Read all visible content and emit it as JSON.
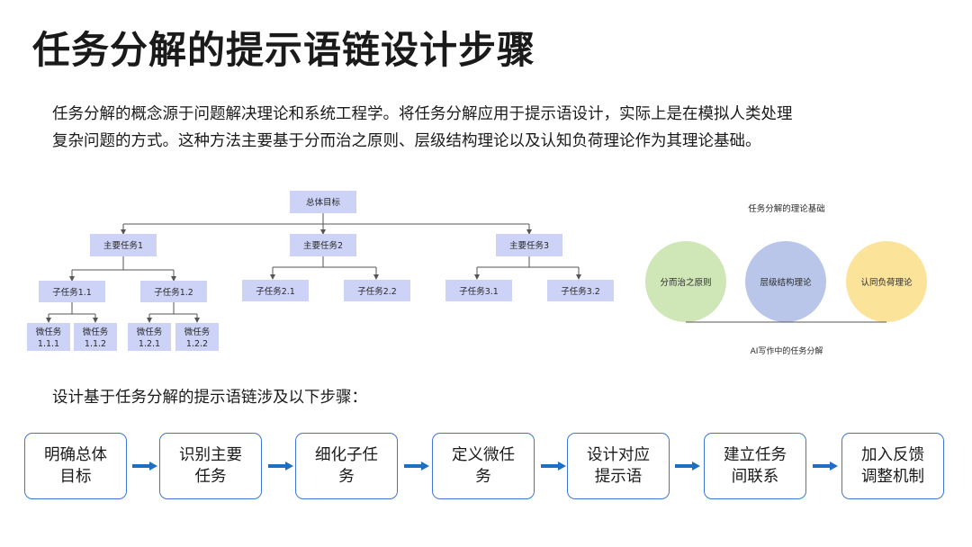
{
  "title": "任务分解的提示语链设计步骤",
  "intro": {
    "line1": "任务分解的概念源于问题解决理论和系统工程学。将任务分解应用于提示语设计，实际上是在模拟人类处理",
    "line2": "复杂问题的方式。这种方法主要基于分而治之原则、层级结构理论以及认知负荷理论作为其理论基础。"
  },
  "tree": {
    "root": "总体目标",
    "main": [
      "主要任务1",
      "主要任务2",
      "主要任务3"
    ],
    "sub": [
      "子任务1.1",
      "子任务1.2",
      "子任务2.1",
      "子任务2.2",
      "子任务3.1",
      "子任务3.2"
    ],
    "micro": [
      [
        "微任务",
        "1.1.1"
      ],
      [
        "微任务",
        "1.1.2"
      ],
      [
        "微任务",
        "1.2.1"
      ],
      [
        "微任务",
        "1.2.2"
      ]
    ]
  },
  "theory": {
    "title": "任务分解的理论基础",
    "circles": [
      {
        "label": "分而治之原则",
        "color": "#cfe7b7"
      },
      {
        "label": "层级结构理论",
        "color": "#b9c6ea"
      },
      {
        "label": "认同负荷理论",
        "color": "#fbe39a"
      }
    ],
    "caption": "AI写作中的任务分解"
  },
  "lead": "设计基于任务分解的提示语链涉及以下步骤：",
  "steps": [
    {
      "line1": "明确总体",
      "line2": "目标"
    },
    {
      "line1": "识别主要",
      "line2": "任务"
    },
    {
      "line1": "细化子任",
      "line2": "务"
    },
    {
      "line1": "定义微任",
      "line2": "务"
    },
    {
      "line1": "设计对应",
      "line2": "提示语"
    },
    {
      "line1": "建立任务",
      "line2": "间联系"
    },
    {
      "line1": "加入反馈",
      "line2": "调整机制"
    }
  ],
  "colors": {
    "node": "#ccd3f6",
    "connector": "#555555",
    "step_border": "#3f74d6",
    "arrow": "#1e6fc3"
  }
}
